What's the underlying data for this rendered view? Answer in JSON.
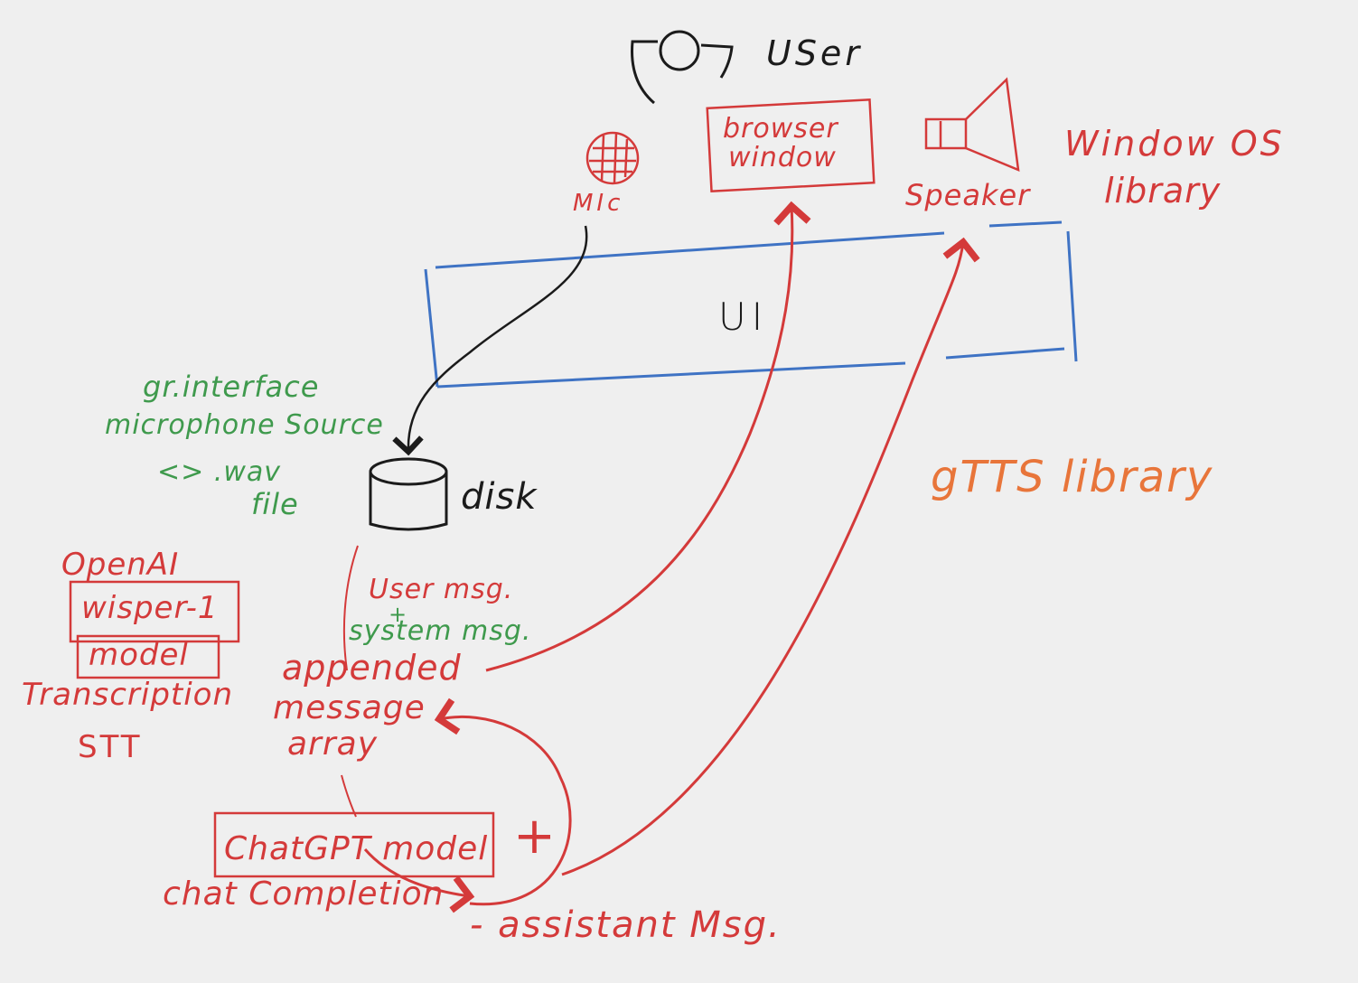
{
  "labels": {
    "user": "USer",
    "mic": "MIc",
    "browser_line1": "browser",
    "browser_line2": "window",
    "speaker": "Speaker",
    "window_os_line1": "Window OS",
    "window_os_line2": "library",
    "ui": "UI",
    "gr_line1": "gr.interface",
    "gr_line2": "microphone Source",
    "gr_line3": "<> .wav",
    "gr_line4": "file",
    "disk": "disk",
    "gtts": "gTTS library",
    "openai": "OpenAI",
    "whisper": "wisper-1",
    "model": "model",
    "transcription": "Transcription",
    "stt": "STT",
    "user_msg": "User msg.",
    "plus_small": "+",
    "system_msg": "system msg.",
    "appended": "appended",
    "message": "message",
    "array": "array",
    "chatgpt": "ChatGPT model",
    "plus_big": "+",
    "chat_completion": "chat Completion",
    "assistant_msg": "- assistant Msg."
  },
  "colors": {
    "background": "#efefef",
    "red": "#d43a3a",
    "blue": "#3f73c4",
    "green": "#3f9a4d",
    "orange": "#e8753a",
    "black": "#1b1b1b"
  },
  "icons": {
    "user": "user-head-icon",
    "mic": "microphone-icon",
    "speaker": "speaker-icon",
    "disk": "disk-cylinder-icon"
  }
}
